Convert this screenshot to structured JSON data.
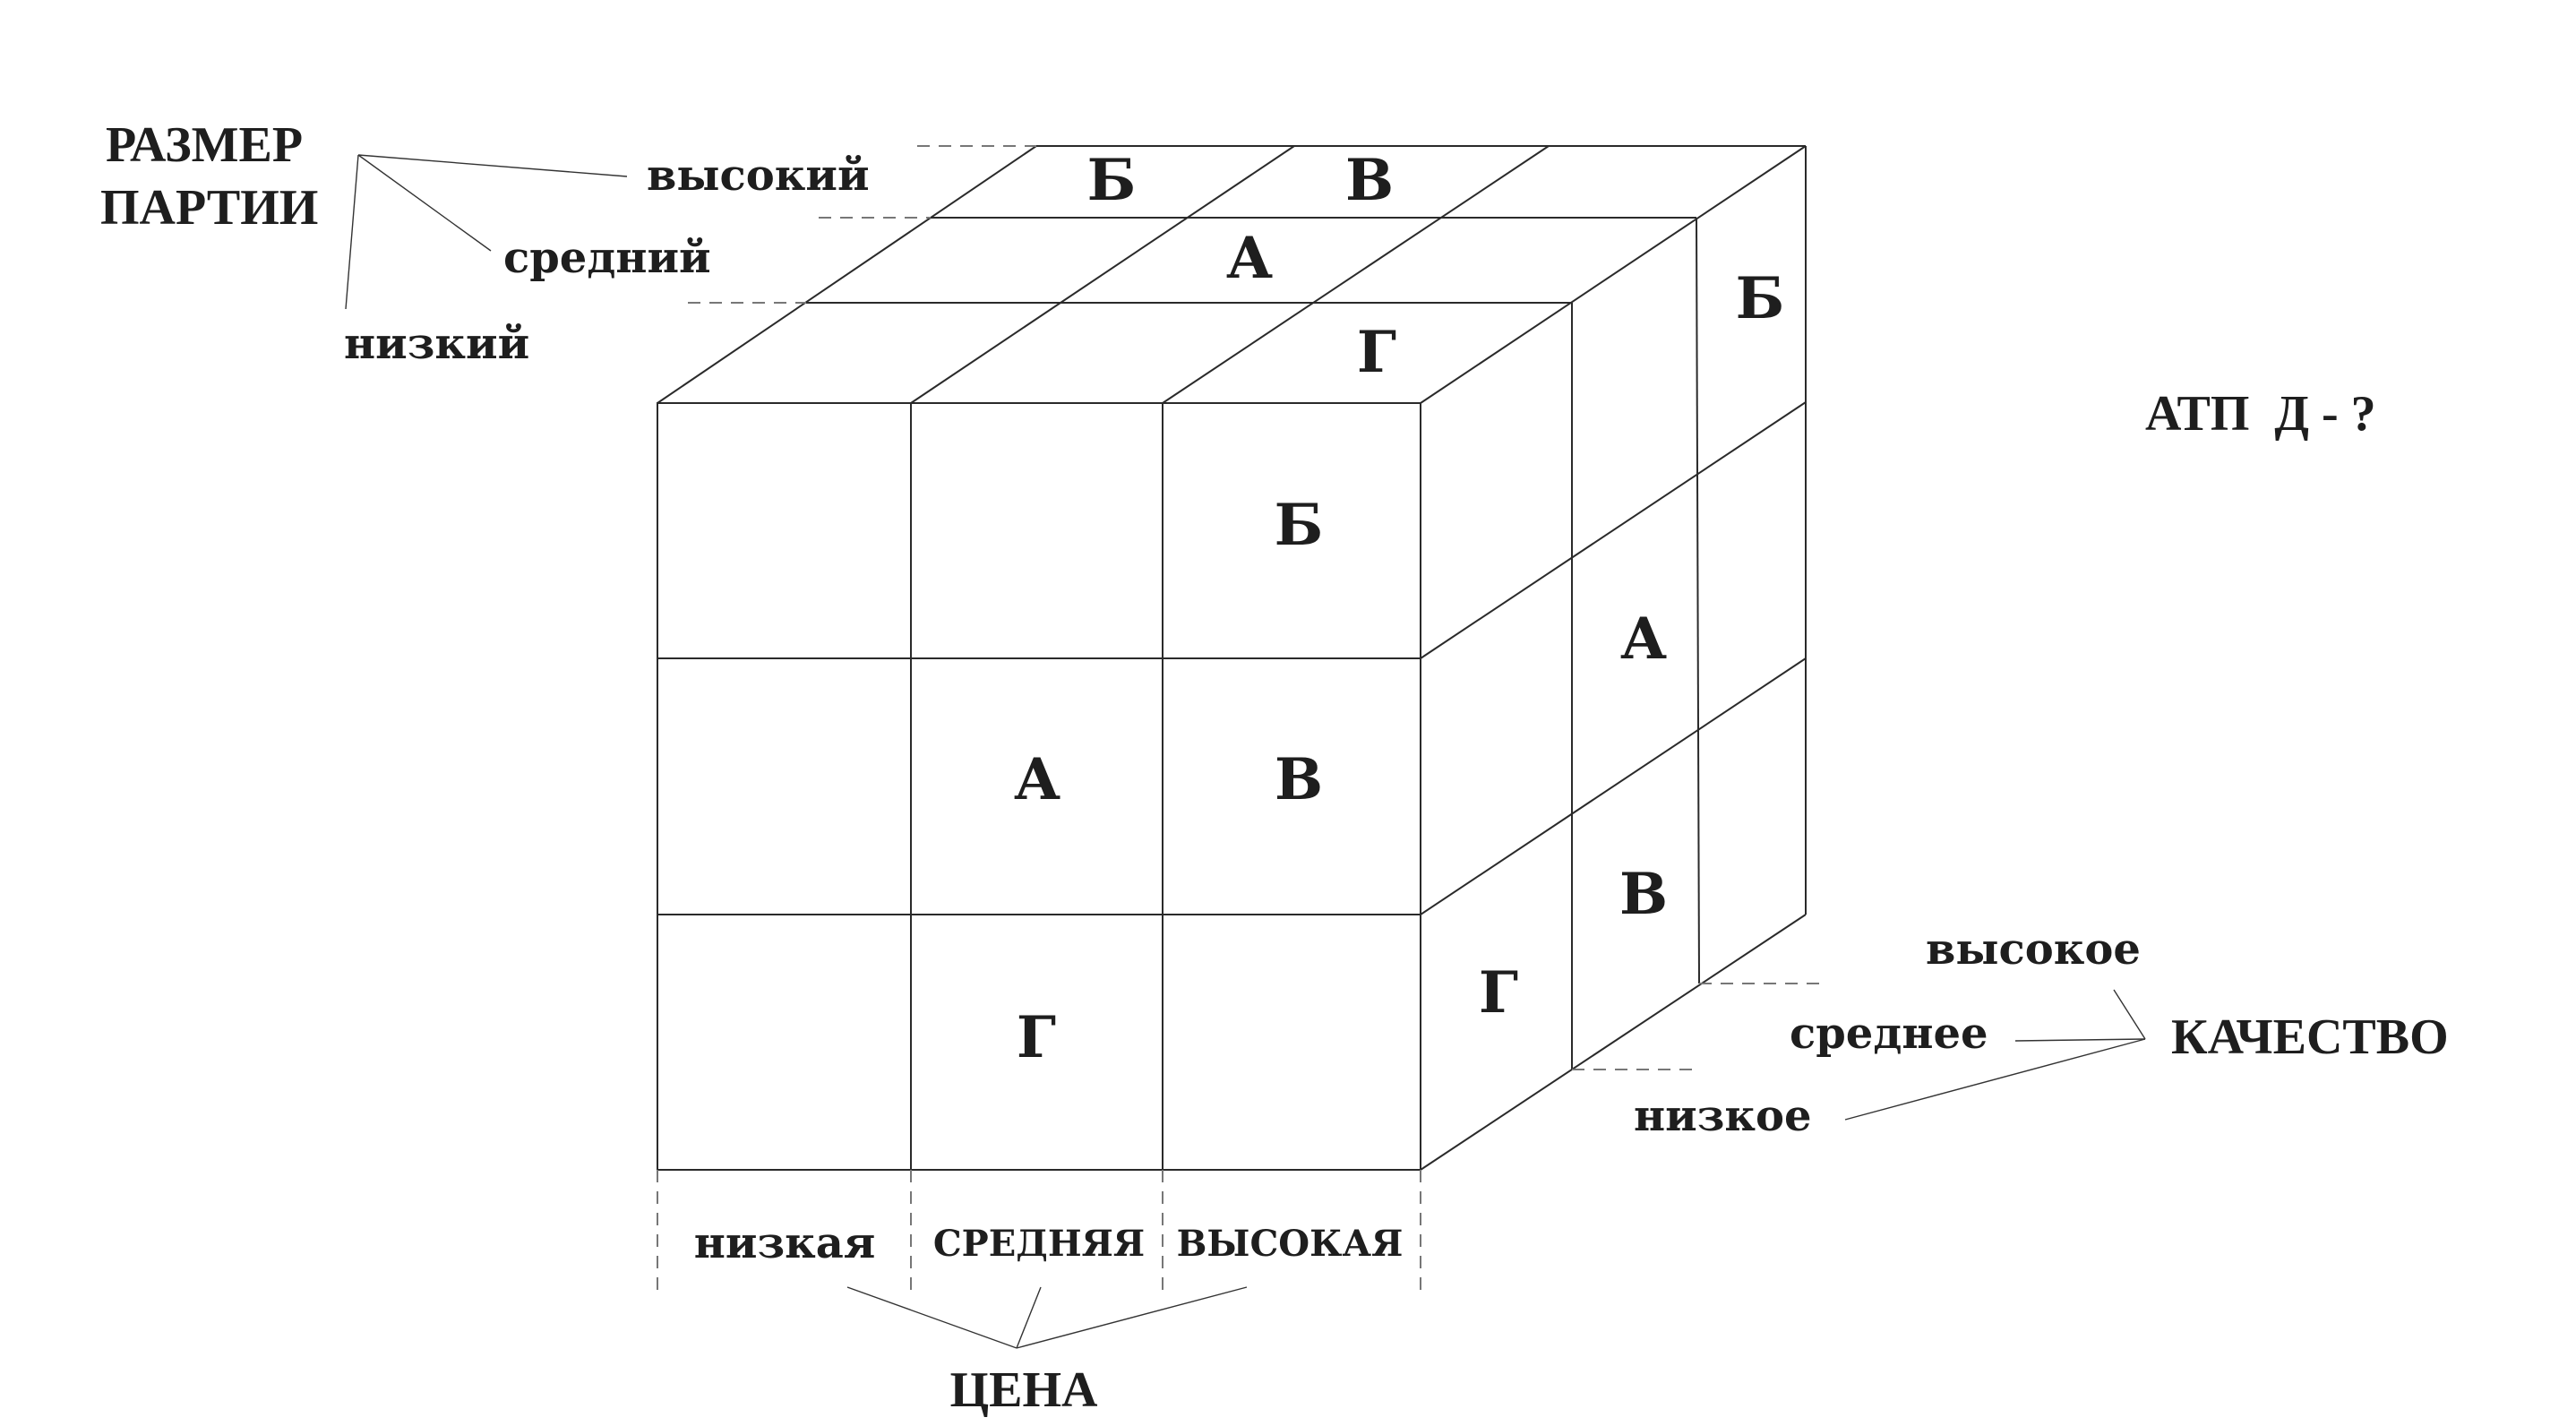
{
  "batch_size": {
    "title_line1": "РАЗМЕР",
    "title_line2": "ПАРТИИ",
    "high": "высокий",
    "medium": "средний",
    "low": "низкий"
  },
  "price": {
    "title": "ЦЕНА",
    "low": "низкая",
    "medium": "СРЕДНЯЯ",
    "high": "ВЫСОКАЯ"
  },
  "quality": {
    "title": "КАЧЕСТВО",
    "high": "высокое",
    "medium": "среднее",
    "low": "низкое"
  },
  "question": "АТП  Д - ?",
  "cells": {
    "top_back_1": "Б",
    "top_back_2": "В",
    "top_mid": "А",
    "top_front": "Г",
    "front_top_right": "Б",
    "front_mid_center": "А",
    "front_mid_right": "В",
    "front_bottom_center": "Г",
    "side_top_back": "Б",
    "side_mid": "А",
    "side_bottom_mid": "В",
    "side_bottom_front": "Г"
  }
}
